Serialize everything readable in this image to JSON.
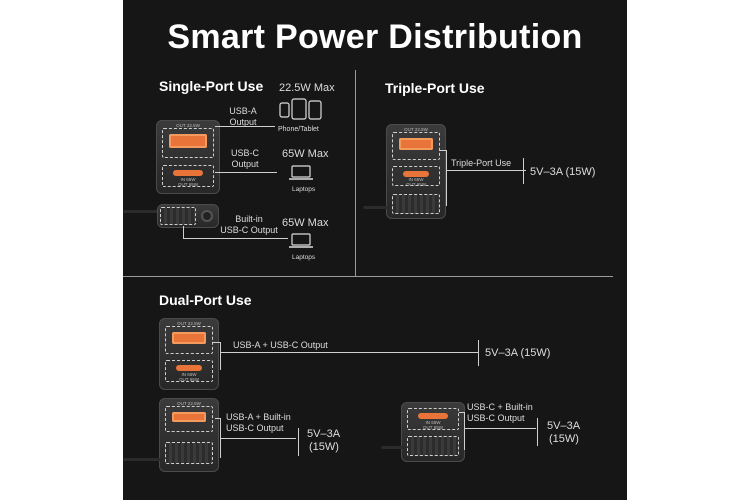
{
  "title": "Smart Power Distribution",
  "single": {
    "heading": "Single-Port Use",
    "max_top": "22.5W Max",
    "usba_label": "USB-A\nOutput",
    "phone_label": "Phone/Tablet",
    "usbc_label": "USB-C\nOutput",
    "usbc_max": "65W Max",
    "laptop1_label": "Laptops",
    "builtin_label": "Built-in\nUSB-C Output",
    "builtin_max": "65W Max",
    "laptop2_label": "Laptops"
  },
  "triple": {
    "heading": "Triple-Port Use",
    "port_label": "Triple-Port Use",
    "value": "5V–3A (15W)"
  },
  "dual": {
    "heading": "Dual-Port Use",
    "row1_label": "USB-A + USB-C Output",
    "row1_value": "5V–3A (15W)",
    "row2_label": "USB-A + Built-in\nUSB-C Output",
    "row2_value_a": "5V–3A",
    "row2_value_b": "(15W)",
    "row3_label": "USB-C + Built-in\nUSB-C Output",
    "row3_value_a": "5V–3A",
    "row3_value_b": "(15W)"
  },
  "port_text": {
    "usba": "OUT 22.5W",
    "usbc": "IN 65W\nOUT 65W"
  },
  "colors": {
    "panel": "#161616",
    "port": "#e8743a"
  }
}
